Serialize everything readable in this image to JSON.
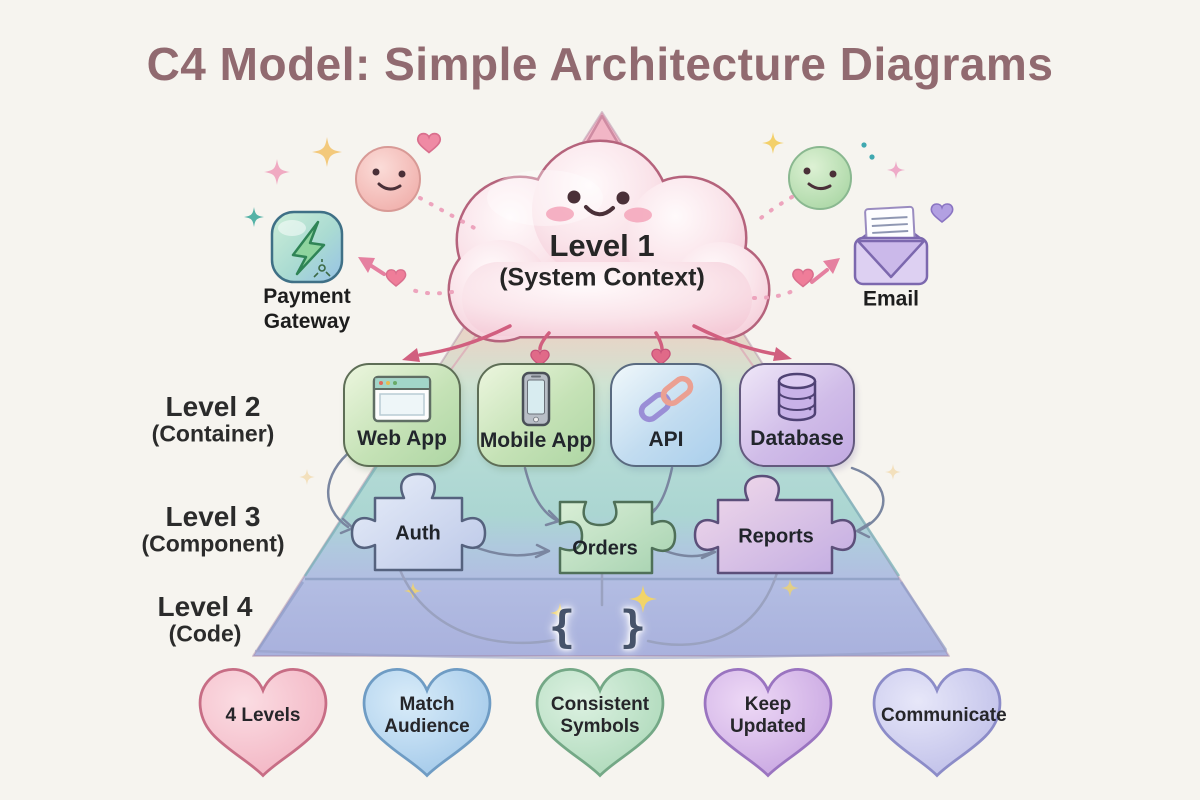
{
  "title": "C4 Model: Simple Architecture Diagrams",
  "colors": {
    "background": "#f6f4ef",
    "title": "#916a70",
    "cloud_fill": "#f7d3dd",
    "pyramid_top": "#f3bac9",
    "pyramid_mid": "#b7dcd6",
    "pyramid_bottom": "#a9b1dd",
    "arrow_pink": "#d15f7f",
    "arrow_slate": "#7a86a0"
  },
  "cloud": {
    "label": "Level 1",
    "sublabel": "(System Context)"
  },
  "external_systems": [
    {
      "label": "Payment Gateway",
      "icon": "lightning-icon"
    },
    {
      "label": "Email",
      "icon": "envelope-icon"
    }
  ],
  "level_labels": [
    {
      "label": "Level 2",
      "sublabel": "(Container)"
    },
    {
      "label": "Level 3",
      "sublabel": "(Component)"
    },
    {
      "label": "Level 4",
      "sublabel": "(Code)"
    }
  ],
  "containers": [
    {
      "label": "Web App",
      "icon": "browser-icon",
      "color": "#c5e2b6"
    },
    {
      "label": "Mobile App",
      "icon": "smartphone-icon",
      "color": "#c5e2b6"
    },
    {
      "label": "API",
      "icon": "chain-link-icon",
      "color": "#c2dcf0"
    },
    {
      "label": "Database",
      "icon": "database-icon",
      "color": "#d0bce8"
    }
  ],
  "components": [
    {
      "label": "Auth",
      "color": "#ccd8f0"
    },
    {
      "label": "Orders",
      "color": "#bfe2c4"
    },
    {
      "label": "Reports",
      "color": "#dcc6ea"
    }
  ],
  "code_symbol": "{ }",
  "tips": [
    {
      "label": "4 Levels",
      "color": "#f4b6c3"
    },
    {
      "label": "Match Audience",
      "color": "#abcdec"
    },
    {
      "label": "Consistent Symbols",
      "color": "#b5dfc1"
    },
    {
      "label": "Keep Updated",
      "color": "#cfb0e4"
    },
    {
      "label": "Communicate",
      "color": "#c6c6ee"
    }
  ]
}
